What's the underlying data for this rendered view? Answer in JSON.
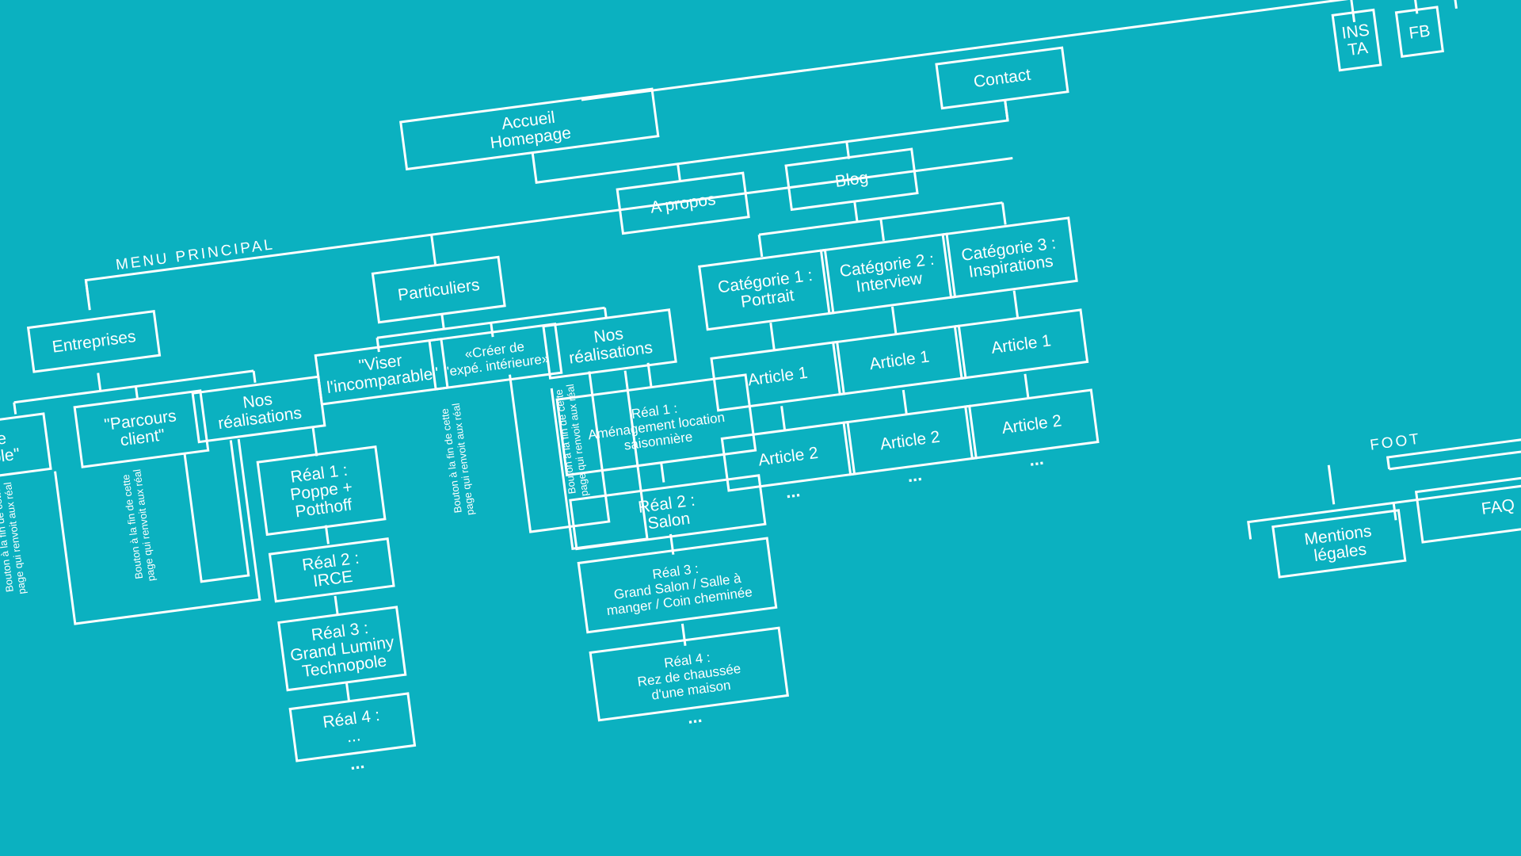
{
  "sections": {
    "menu_principal": "MENU PRINCIPAL",
    "footer": "FOOT"
  },
  "nodes": {
    "accueil": [
      "Accueil",
      "Homepage"
    ],
    "a_propos": [
      "A propos"
    ],
    "blog": [
      "Blog"
    ],
    "contact": [
      "Contact"
    ],
    "insta": [
      "INS",
      "TA"
    ],
    "fb": [
      "FB"
    ],
    "entreprises": [
      "Entreprises"
    ],
    "ent_viser": [
      "re",
      "able\""
    ],
    "ent_parcours": [
      "\"Parcours",
      "client\""
    ],
    "ent_nos_real": [
      "Nos",
      "réalisations"
    ],
    "ent_real1": [
      "Réal 1 :",
      "Poppe +",
      "Potthoff"
    ],
    "ent_real2": [
      "Réal 2 :",
      "IRCE"
    ],
    "ent_real3": [
      "Réal 3 :",
      "Grand Luminy",
      "Technopole"
    ],
    "ent_real4": [
      "Réal 4 :",
      "..."
    ],
    "particuliers": [
      "Particuliers"
    ],
    "part_viser": [
      "\"Viser",
      "l'incomparable\""
    ],
    "part_creer": [
      "«Créer de",
      "l'expé. intérieure»"
    ],
    "part_nos_real": [
      "Nos",
      "réalisations"
    ],
    "part_real1": [
      "Réal 1 :",
      "Aménagement location",
      "saisonnière"
    ],
    "part_real2": [
      "Réal 2 :",
      "Salon"
    ],
    "part_real3": [
      "Réal 3 :",
      "Grand Salon / Salle à",
      "manger / Coin cheminée"
    ],
    "part_real4": [
      "Réal 4 :",
      "Rez de chaussée",
      "d'une maison"
    ],
    "cat1": [
      "Catégorie 1 :",
      "Portrait"
    ],
    "cat2": [
      "Catégorie 2 :",
      "Interview"
    ],
    "cat3": [
      "Catégorie 3 :",
      "Inspirations"
    ],
    "cat1_art1": [
      "Article 1"
    ],
    "cat1_art2": [
      "Article 2"
    ],
    "cat2_art1": [
      "Article 1"
    ],
    "cat2_art2": [
      "Article 2"
    ],
    "cat3_art1": [
      "Article 1"
    ],
    "cat3_art2": [
      "Article 2"
    ],
    "mentions": [
      "Mentions",
      "légales"
    ],
    "faq": [
      "FAQ"
    ]
  },
  "notes": {
    "note_ent_left": [
      "Bouton à la fin de cette",
      "page qui renvoit aux réal"
    ],
    "note_ent_parcours": [
      "Bouton à la fin de cette",
      "page qui renvoit aux réal"
    ],
    "note_part_viser": [
      "Bouton à la fin de cette",
      "page qui renvoit aux réal"
    ],
    "note_part_creer": [
      "Bouton à la fin de cette",
      "page qui renvoit aux réal"
    ]
  },
  "ellipsis": "..."
}
